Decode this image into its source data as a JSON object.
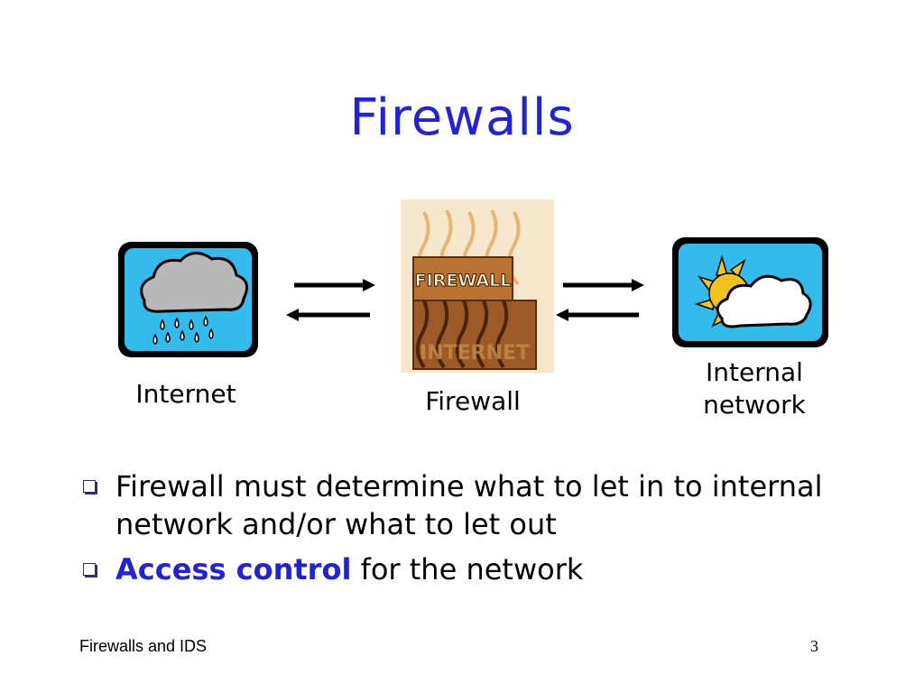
{
  "slide": {
    "title": "Firewalls",
    "diagram": {
      "internet_label": "Internet",
      "firewall_label": "Firewall",
      "internal_label_line1": "Internal",
      "internal_label_line2": "network",
      "firewall_sign": "FIREWALL",
      "firewall_base": "INTERNET"
    },
    "bullets": [
      {
        "text": "Firewall must determine what to let in to internal network and/or what to let out"
      },
      {
        "highlight": "Access control",
        "rest": " for the network"
      }
    ],
    "footer": {
      "left": "Firewalls and IDS",
      "page_number": "3"
    },
    "colors": {
      "title": "#2222dd",
      "highlight": "#2222dd",
      "sky": "#33bbee"
    }
  }
}
